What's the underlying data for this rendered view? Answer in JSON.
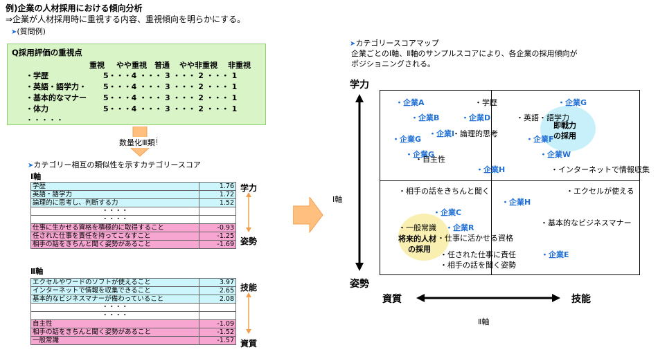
{
  "header": {
    "title": "例)企業の人材採用における傾向分析",
    "subtitle": "⇒企業が人材採用時に重視する内容、重視傾向を明らかにする。",
    "example_label": "(質問例)"
  },
  "survey": {
    "question": "Q採用評価の重視点",
    "scale_headers": [
      "重視",
      "やや重視",
      "普通",
      "やや非重視",
      "非重視"
    ],
    "items": [
      {
        "label": "・学歴",
        "scale": "5・・・4  ・・・ 3  ・・・ 2  ・・・ 1"
      },
      {
        "label": "・英語・語学力・",
        "scale": "5・・・4  ・・・ 3  ・・・ 2  ・・・ 1"
      },
      {
        "label": "・基本的なマナー",
        "scale": "5・・・4  ・・・ 3  ・・・ 2  ・・・ 1"
      },
      {
        "label": "・体力",
        "scale": "5・・・4  ・・・ 3  ・・・ 2  ・・・ 1"
      }
    ],
    "more": "・・・・・"
  },
  "process_label": "数量化Ⅲ類",
  "category_scores": {
    "title": "カテゴリー相互の類似性を示すカテゴリースコア",
    "axis1": {
      "name": "Ⅰ軸",
      "pos_label": "学力",
      "neg_label": "姿勢",
      "top_rows": [
        {
          "text": "学歴",
          "value": "1.76"
        },
        {
          "text": "英語・語学力",
          "value": "1.72"
        },
        {
          "text": "論理的に思考し、判断する力",
          "value": "1.52"
        }
      ],
      "gap_rows": [
        {
          "text": "・・・・"
        },
        {
          "text": "・・・・"
        }
      ],
      "bottom_rows": [
        {
          "text": "仕事に生かせる資格を積極的に取得すること",
          "value": "-0.93"
        },
        {
          "text": "任された仕事を責任を持ってこなすこと",
          "value": "-1.25"
        },
        {
          "text": "相手の話をきちんと聞く姿勢があること",
          "value": "-1.69"
        }
      ]
    },
    "axis2": {
      "name": "Ⅱ軸",
      "pos_label": "技能",
      "neg_label": "資質",
      "top_rows": [
        {
          "text": "エクセルやワードのソフトが使えること",
          "value": "3.97"
        },
        {
          "text": "インターネットで情報を収集できること",
          "value": "2.65"
        },
        {
          "text": "基本的なビジネスマナーが備わっていること",
          "value": "2.08"
        }
      ],
      "gap_rows": [
        {
          "text": "・・・・"
        },
        {
          "text": "・・・・"
        }
      ],
      "bottom_rows": [
        {
          "text": "自主性",
          "value": "-1.09"
        },
        {
          "text": "相手の話をきちんと聞く姿勢があること",
          "value": "-1.52"
        },
        {
          "text": "一般常識",
          "value": "-1.57"
        }
      ]
    }
  },
  "map": {
    "title": "カテゴリースコアマップ",
    "desc_line1": "企業ごとのⅠ軸、Ⅱ軸のサンプルスコアにより、各企業の採用傾向が",
    "desc_line2": "ポジショニングされる。",
    "y_top": "学力",
    "y_bottom": "姿勢",
    "y_axis_name": "Ⅰ軸",
    "x_left": "資質",
    "x_right": "技能",
    "x_axis_name": "Ⅱ軸",
    "cluster_right": {
      "line1": "即戦力",
      "line2": "の採用"
    },
    "cluster_left": {
      "line1": "将来的人材",
      "line2": "の採用"
    },
    "companies": [
      "・企業A",
      "・企業B",
      "・企業D",
      "・企業I",
      "・企業G",
      "・企業G",
      "・企業H",
      "・企業G",
      "・企業F",
      "・企業W",
      "・企業H",
      "・企業C",
      "・企業R",
      "・企業E"
    ],
    "categories": [
      "・学歴",
      "・英語・語学力",
      "・論理的思考",
      "・自主性",
      "・インターネットで情報収集",
      "・相手の話をきちんと聞く",
      "・エクセルが使える",
      "・一般常識",
      "・基本的なビジネスマナー",
      "・仕事に活かせる資格",
      "・任された仕事に責任",
      "・相手の話を聞く姿勢"
    ]
  },
  "colors": {
    "company_text": "#1f6fd6",
    "survey_bg": "#d9f5c8",
    "cyan_rows": "#ccf6fb",
    "pink_rows": "#f7a6d1",
    "arrow": "#ffbf7f",
    "cluster": "#c8f0fb",
    "cluster_left": "#f8efb0"
  }
}
